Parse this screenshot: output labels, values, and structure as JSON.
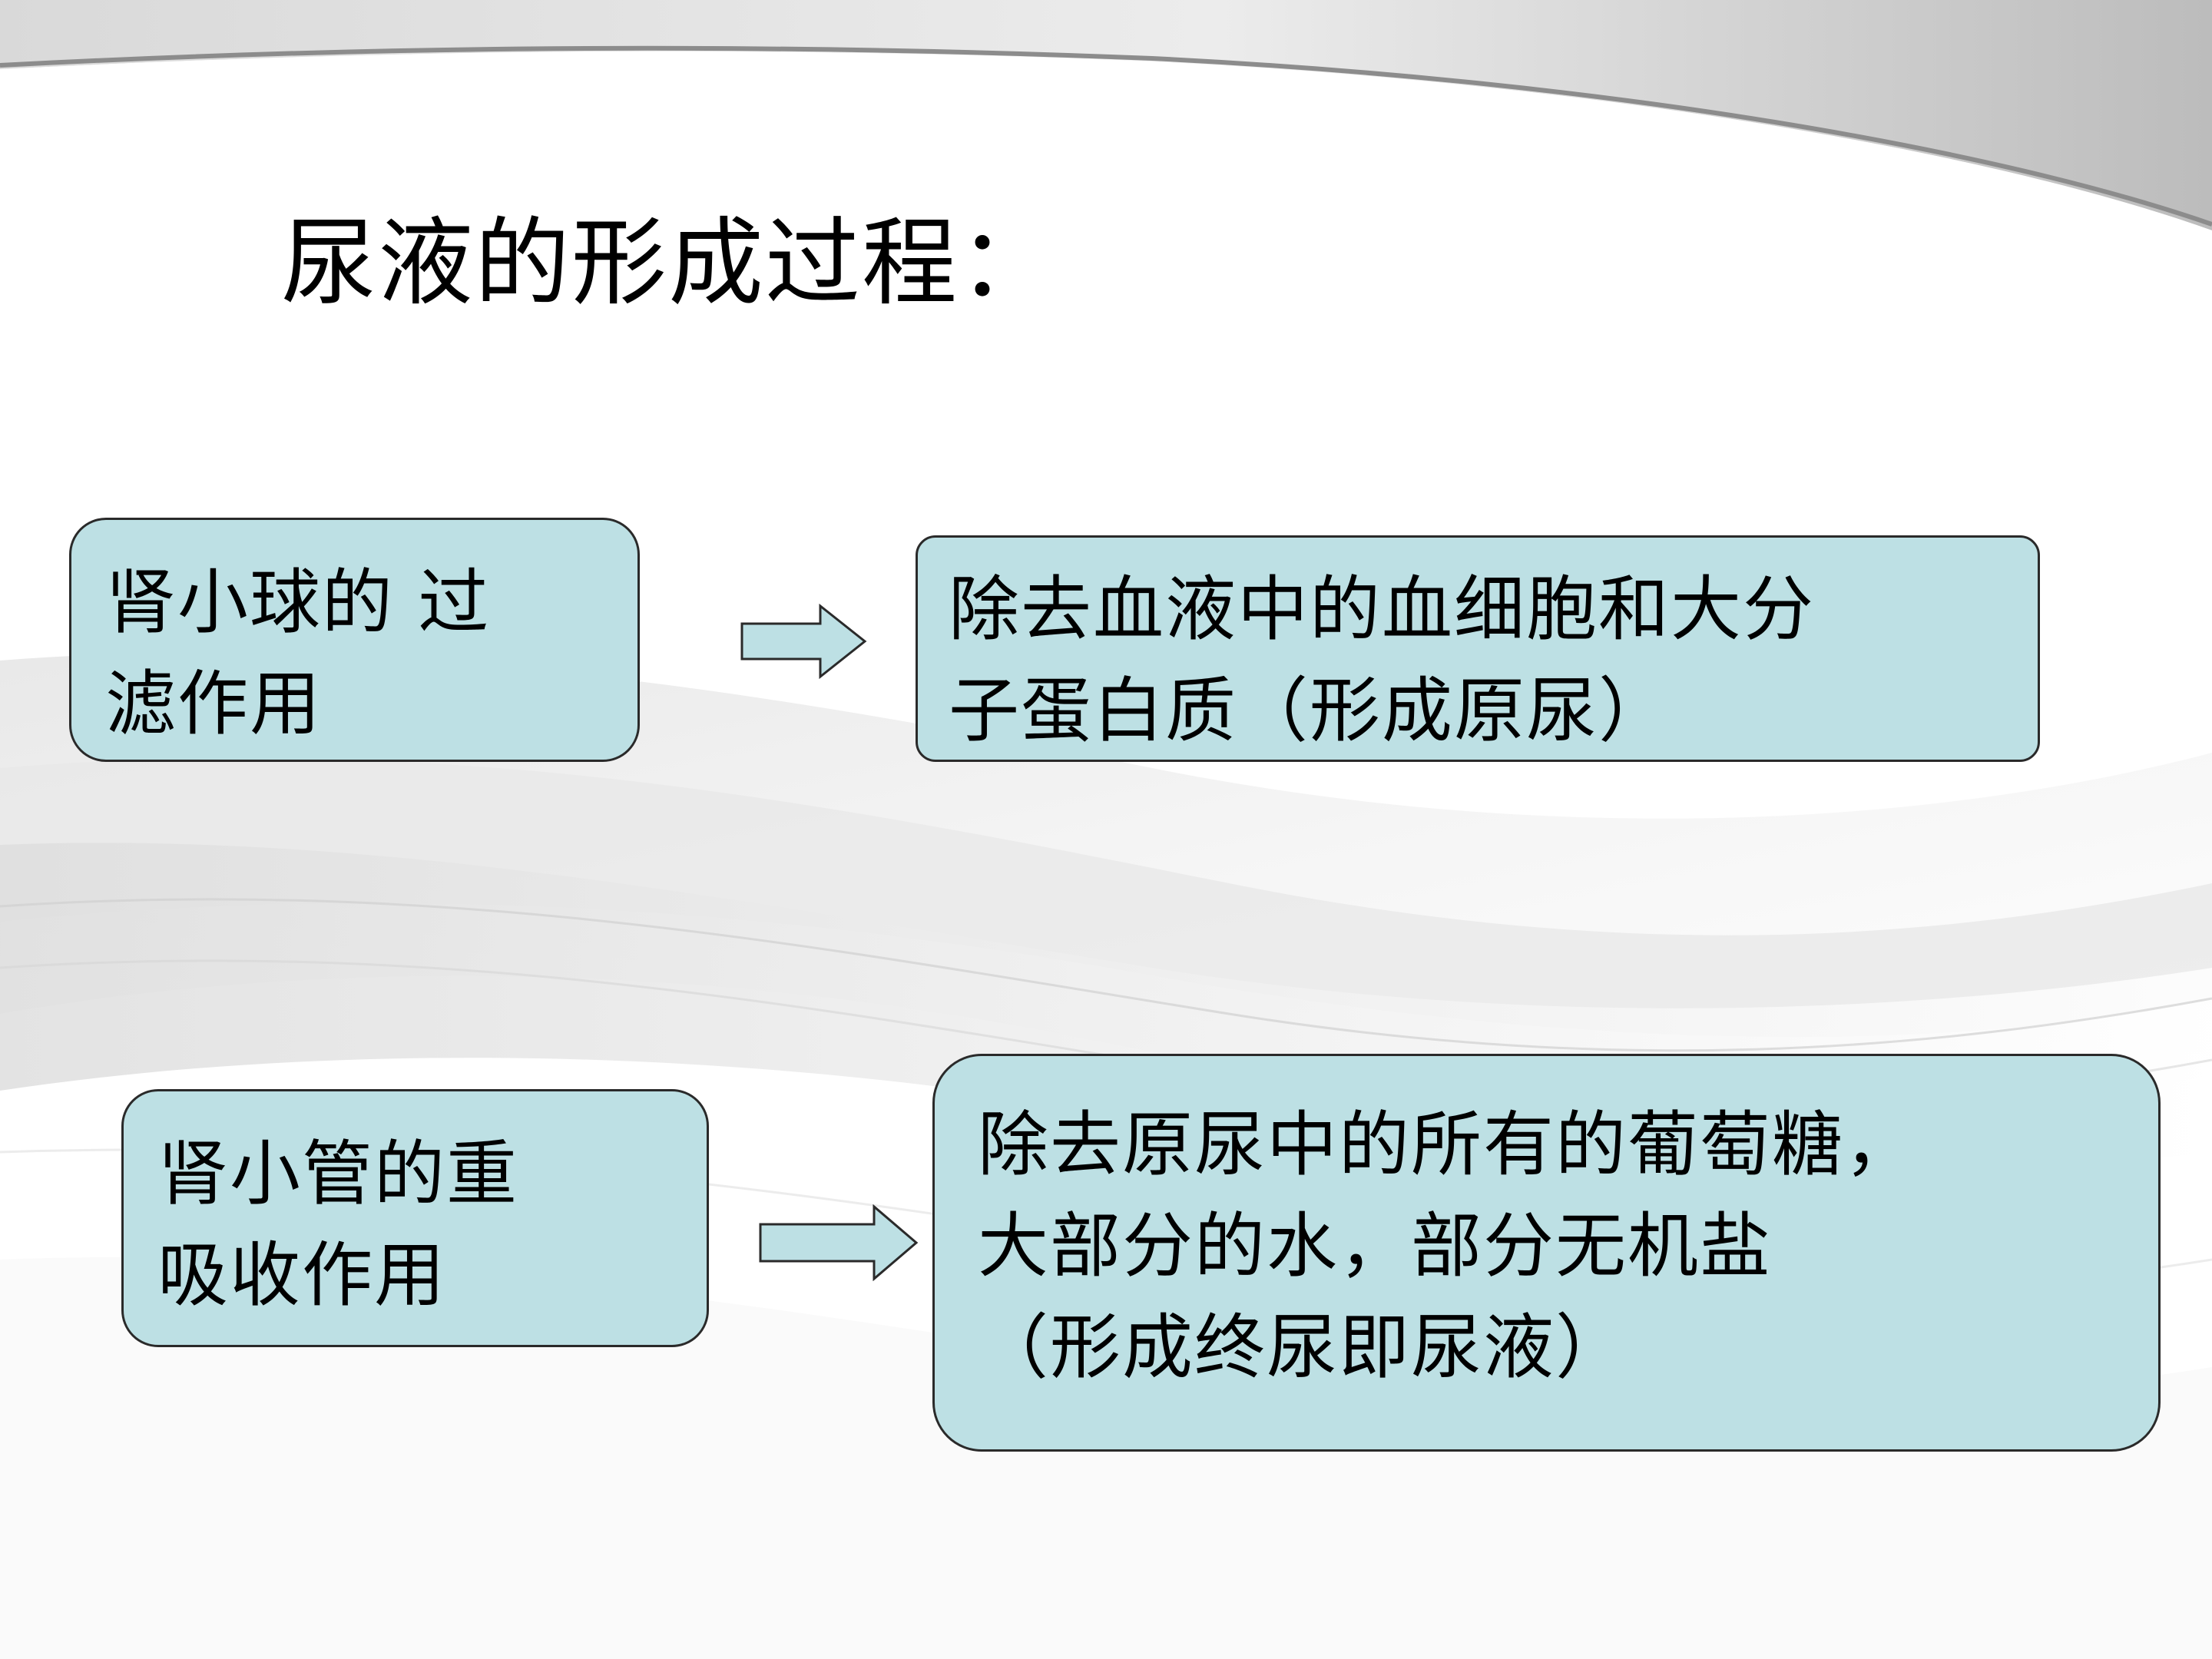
{
  "slide": {
    "title": "尿液的形成过程：",
    "colors": {
      "box_fill": "#bde0e4",
      "box_border": "#2a2a2a",
      "arrow_fill": "#bde0e4",
      "background_swoosh": "#bfbfbf"
    },
    "steps": [
      {
        "process": {
          "lines": [
            "肾小球的 过",
            "滤作用"
          ]
        },
        "arrow_icon": "right-arrow-icon",
        "result": {
          "lines": [
            "除去血液中的血细胞和大分",
            "子蛋白质（形成原尿）"
          ]
        }
      },
      {
        "process": {
          "lines": [
            "肾小管的重",
            "吸收作用"
          ]
        },
        "arrow_icon": "right-arrow-icon",
        "result": {
          "lines": [
            "除去原尿中的所有的葡萄糖，",
            "大部分的水，部分无机盐",
            "（形成终尿即尿液）"
          ]
        }
      }
    ]
  }
}
